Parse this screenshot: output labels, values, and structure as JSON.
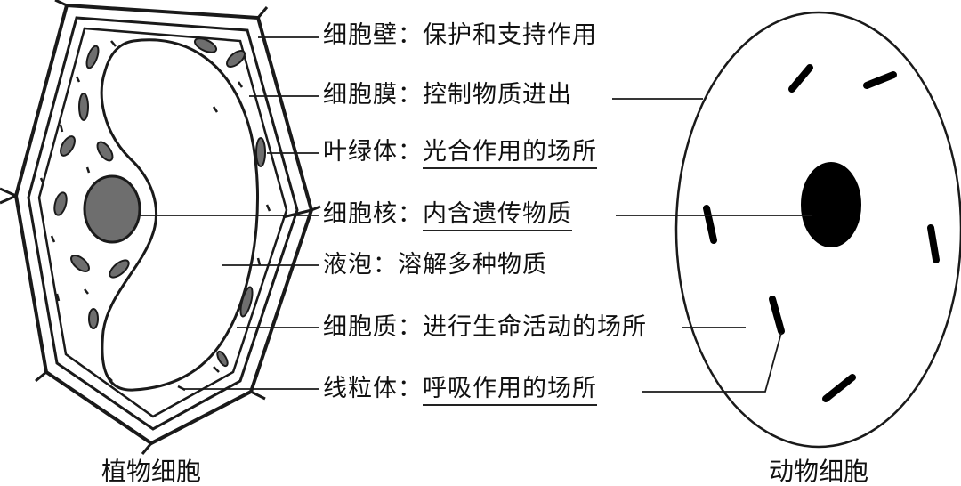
{
  "diagram": {
    "plant_caption": "植物细胞",
    "animal_caption": "动物细胞",
    "labels": [
      {
        "name": "细胞壁",
        "sep": "：",
        "desc": "保护和支持作用",
        "underlined": false
      },
      {
        "name": "细胞膜",
        "sep": "：",
        "desc": "控制物质进出",
        "underlined": false
      },
      {
        "name": "叶绿体",
        "sep": "：",
        "desc": "光合作用的场所",
        "underlined": true
      },
      {
        "name": "细胞核",
        "sep": "：",
        "desc": "内含遗传物质",
        "underlined": true
      },
      {
        "name": "液泡",
        "sep": "：",
        "desc": "溶解多种物质",
        "underlined": false
      },
      {
        "name": "细胞质",
        "sep": "：",
        "desc": "进行生命活动的场所",
        "underlined": false
      },
      {
        "name": "线粒体",
        "sep": "：",
        "desc": "呼吸作用的场所",
        "underlined": true
      }
    ]
  }
}
